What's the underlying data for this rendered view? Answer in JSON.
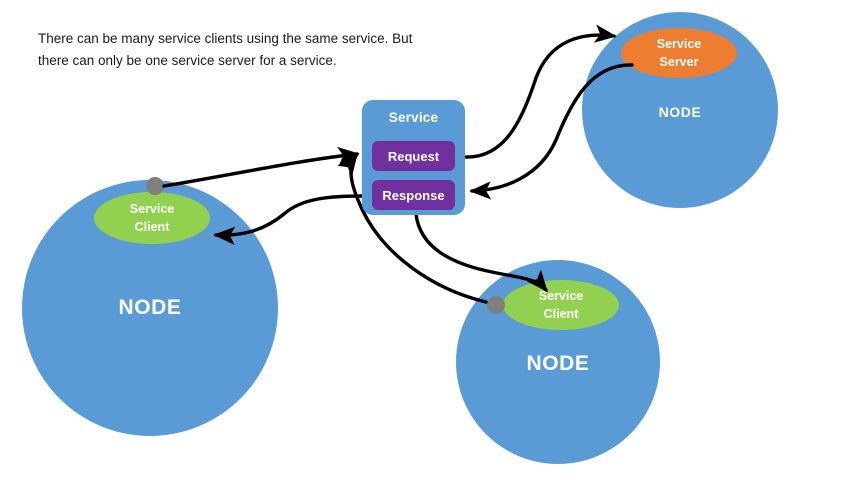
{
  "caption": {
    "text": "There can be many service clients using the same service. But\nthere can only be one service server for a service."
  },
  "service_panel": {
    "title": "Service",
    "request_label": "Request",
    "response_label": "Response"
  },
  "nodes": [
    {
      "id": "node-left",
      "label": "NODE",
      "endpoint_label": "Service\nClient",
      "endpoint_kind": "service-client",
      "endpoint_color": "#92D050"
    },
    {
      "id": "node-bottom",
      "label": "NODE",
      "endpoint_label": "Service\nClient",
      "endpoint_kind": "service-client",
      "endpoint_color": "#92D050"
    },
    {
      "id": "node-right",
      "label": "NODE",
      "endpoint_label": "Service\nServer",
      "endpoint_kind": "service-server",
      "endpoint_color": "#ED7D31"
    }
  ],
  "connections": [
    {
      "id": "left-client-to-request",
      "from": "node-left-client",
      "to": "request"
    },
    {
      "id": "response-to-left-client",
      "from": "response",
      "to": "node-left-client"
    },
    {
      "id": "request-to-server",
      "from": "request",
      "to": "node-right-server"
    },
    {
      "id": "server-to-response",
      "from": "node-right-server",
      "to": "response"
    },
    {
      "id": "response-to-bottom-client",
      "from": "response",
      "to": "node-bottom-client"
    },
    {
      "id": "bottom-client-to-request",
      "from": "node-bottom-client",
      "to": "request"
    }
  ],
  "colors": {
    "node_blue": "#5B9BD5",
    "service_blue": "#5B9BD5",
    "slot_purple": "#7030A0",
    "client_green": "#92D050",
    "server_orange": "#ED7D31",
    "connector_dot_gray": "#7F7F7F",
    "arrow_black": "#000000",
    "background": "#FFFFFF",
    "caption_text": "#1A1A1A"
  }
}
